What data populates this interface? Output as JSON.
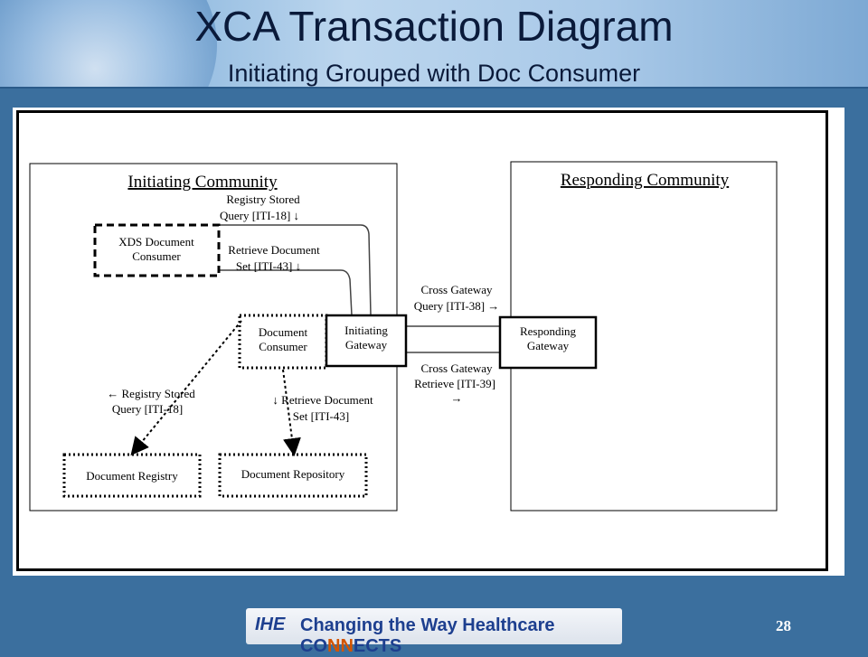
{
  "slide": {
    "title": "XCA Transaction Diagram",
    "subtitle": "Initiating Grouped with Doc Consumer",
    "page_number": "28"
  },
  "footer": {
    "logo_badge": "IHE",
    "tagline_prefix": "Changing the Way Healthcare CO",
    "tagline_accent": "NN",
    "tagline_suffix": "ECTS"
  },
  "diagram": {
    "initiating_community": "Initiating Community",
    "responding_community": "Responding Community",
    "xds_document_consumer": [
      "XDS Document",
      "Consumer"
    ],
    "document_consumer": [
      "Document",
      "Consumer"
    ],
    "initiating_gateway": [
      "Initiating",
      "Gateway"
    ],
    "responding_gateway": [
      "Responding",
      "Gateway"
    ],
    "document_registry": "Document Registry",
    "document_repository": "Document Repository",
    "labels": {
      "registry_stored_query_top": [
        "Registry Stored",
        "Query [ITI-18] ↓"
      ],
      "retrieve_document_set_top": [
        "Retrieve Document",
        "Set [ITI-43] ↓"
      ],
      "cross_gateway_query": [
        "Cross Gateway",
        "Query [ITI-38] →"
      ],
      "cross_gateway_retrieve": [
        "Cross Gateway",
        "Retrieve [ITI-39]",
        "→"
      ],
      "registry_stored_query_left": [
        "← Registry Stored",
        "Query [ITI-18]"
      ],
      "retrieve_document_set_bottom": [
        "↓ Retrieve Document",
        "Set [ITI-43]"
      ]
    }
  },
  "colors": {
    "background": "#3b6f9e",
    "title_text": "#0a1a3a",
    "footer_brand": "#1d3f8f",
    "footer_accent": "#d35400"
  }
}
